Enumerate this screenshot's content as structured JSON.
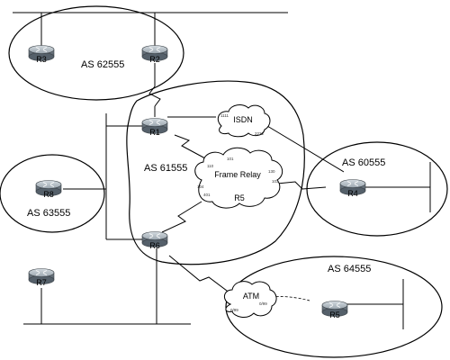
{
  "as_labels": {
    "as62555": "AS 62555",
    "as61555": "AS 61555",
    "as60555": "AS 60555",
    "as63555": "AS 63555",
    "as64555": "AS 64555"
  },
  "routers": {
    "r1": "R1",
    "r2": "R2",
    "r3": "R3",
    "r4": "R4",
    "r5_atm": "R5",
    "r6": "R6",
    "r7": "R7",
    "r8": "R8"
  },
  "clouds": {
    "isdn": {
      "label": "ISDN",
      "port_left": "1111",
      "port_right": "2222"
    },
    "frame_relay": {
      "label": "Frame Relay",
      "sublabel": "R5",
      "dlci_r1_a": "110",
      "dlci_r1_b": "101",
      "dlci_r6": "104",
      "dlci_r6_b": "401",
      "dlci_r4_a": "130",
      "dlci_r4_b": "103"
    },
    "atm": {
      "label": "ATM",
      "vc_left": "0/99",
      "vc_right": "0/99"
    }
  },
  "colors": {
    "line": "#000000",
    "router_body": "#7f8a93",
    "router_top": "#b9c2c9"
  }
}
